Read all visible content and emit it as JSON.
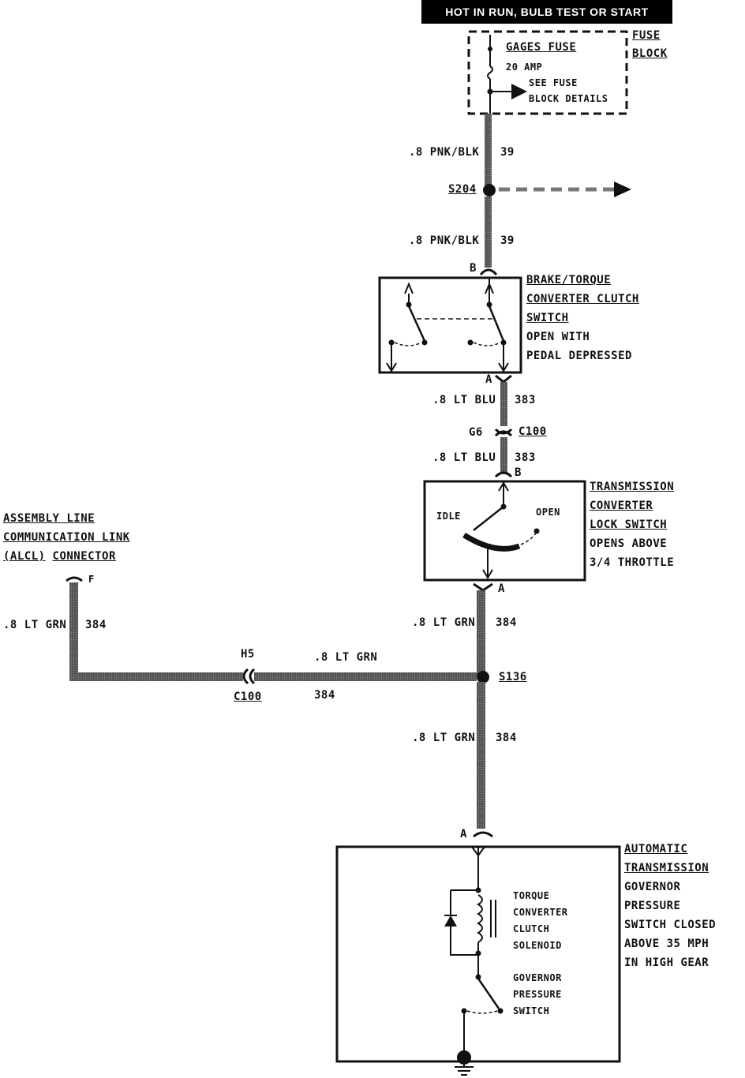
{
  "header": {
    "power_banner": "HOT IN RUN, BULB TEST OR START"
  },
  "fuse_block": {
    "fuse_name": "GAGES FUSE",
    "rating": "20 AMP",
    "see_details_line1": "SEE FUSE",
    "see_details_line2": "BLOCK DETAILS",
    "block_label_line1": "FUSE",
    "block_label_line2": "BLOCK"
  },
  "wires": {
    "w1_size_color": ".8 PNK/BLK",
    "w1_circuit": "39",
    "w2_size_color": ".8 PNK/BLK",
    "w2_circuit": "39",
    "w3_size_color": ".8 LT BLU",
    "w3_circuit": "383",
    "w4_size_color": ".8 LT BLU",
    "w4_circuit": "383",
    "w5_size_color": ".8 LT GRN",
    "w5_circuit": "384",
    "w6_size_color": ".8 LT GRN",
    "w6_circuit": "384",
    "w7_size_color": ".8 LT GRN",
    "w7_circuit": "384",
    "w8_size_color": ".8 LT GRN",
    "w8_circuit": "384"
  },
  "splices": {
    "s204": "S204",
    "s136": "S136"
  },
  "connectors": {
    "brake_in": "B",
    "brake_out": "A",
    "c100_cavity": "G6",
    "c100_label": "C100",
    "tcs_in": "B",
    "tcs_out": "A",
    "alcl_cavity": "F",
    "c100b_cavity": "H5",
    "c100b_label": "C100",
    "gov_in": "A"
  },
  "brake_switch": {
    "line1": "BRAKE/TORQUE",
    "line2": "CONVERTER CLUTCH",
    "line3": "SWITCH",
    "line4": "OPEN WITH",
    "line5": "PEDAL DEPRESSED"
  },
  "trans_switch": {
    "line1": "TRANSMISSION",
    "line2": "CONVERTER",
    "line3": "LOCK SWITCH",
    "line4": "OPENS ABOVE",
    "line5": "3/4 THROTTLE",
    "idle": "IDLE",
    "open": "OPEN"
  },
  "alcl": {
    "line1": "ASSEMBLY LINE",
    "line2": "COMMUNICATION LINK",
    "line3_prefix": "(ALCL)",
    "line3_suffix": "CONNECTOR"
  },
  "governor": {
    "line1": "AUTOMATIC",
    "line2": "TRANSMISSION",
    "line3": "GOVERNOR",
    "line4": "PRESSURE",
    "line5": "SWITCH CLOSED",
    "line6": "ABOVE 35 MPH",
    "line7": "IN HIGH GEAR",
    "solenoid1": "TORQUE",
    "solenoid2": "CONVERTER",
    "solenoid3": "CLUTCH",
    "solenoid4": "SOLENOID",
    "gps1": "GOVERNOR",
    "gps2": "PRESSURE",
    "gps3": "SWITCH"
  }
}
